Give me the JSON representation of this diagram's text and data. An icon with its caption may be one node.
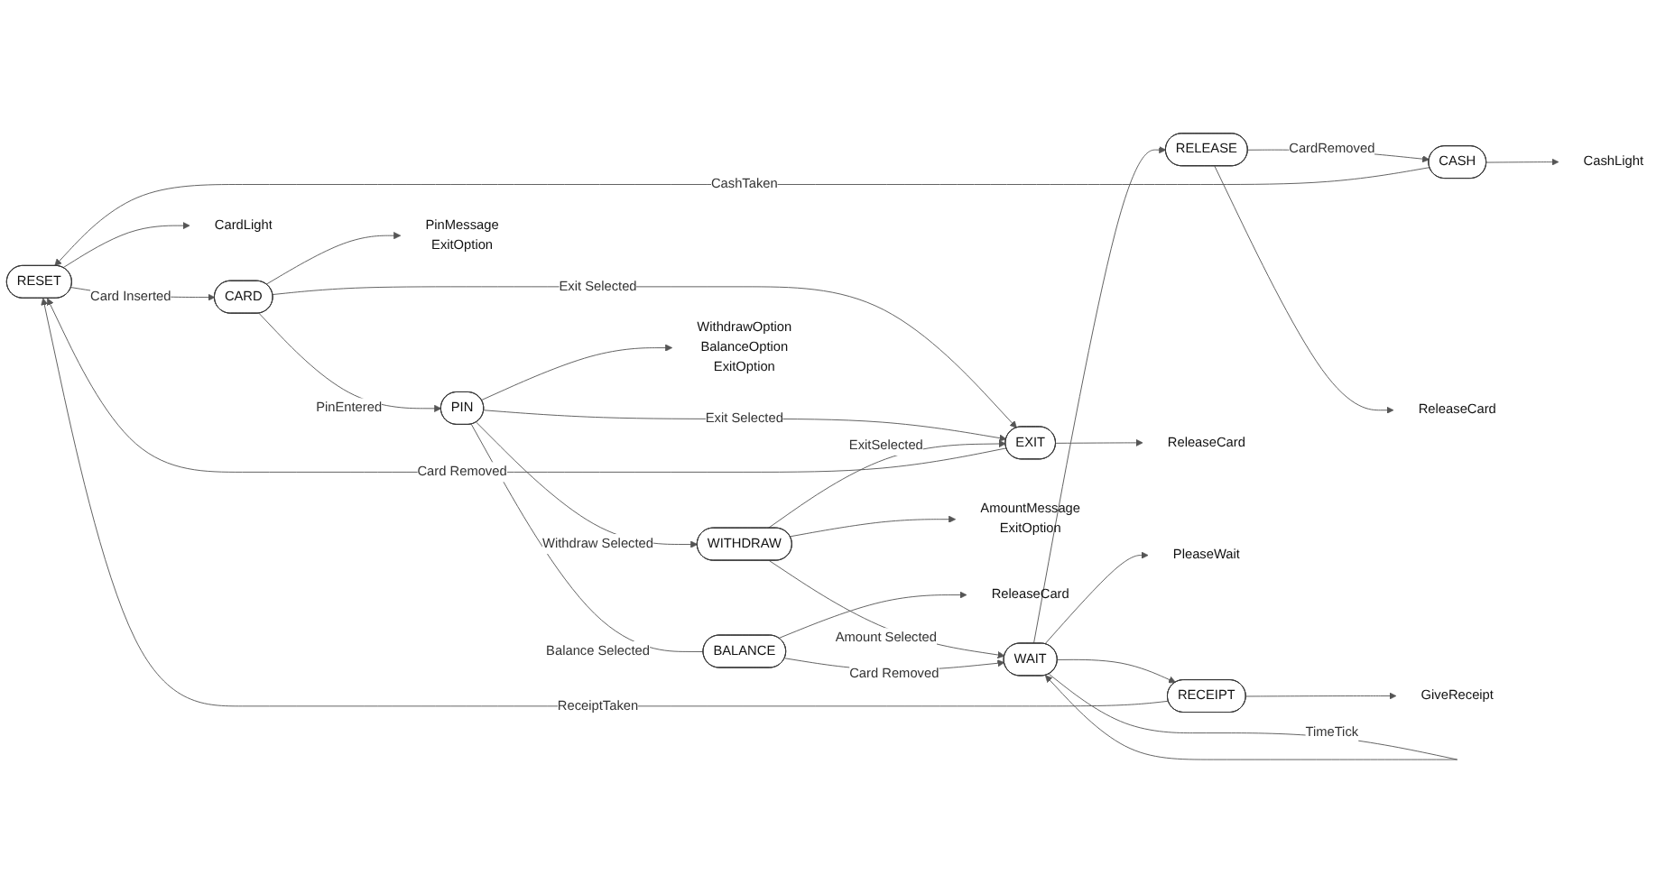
{
  "diagram": {
    "nodes": [
      {
        "text": [
          "RESET"
        ]
      },
      {
        "text": [
          "CARD"
        ]
      },
      {
        "text": [
          "PIN"
        ]
      },
      {
        "text": [
          "EXIT"
        ]
      },
      {
        "text": [
          "WITHDRAW"
        ]
      },
      {
        "text": [
          "BALANCE"
        ]
      },
      {
        "text": [
          "WAIT"
        ]
      },
      {
        "text": [
          "RELEASE"
        ]
      },
      {
        "text": [
          "CASH"
        ]
      },
      {
        "text": [
          "RECEIPT"
        ]
      },
      {
        "text": [
          "CardLight"
        ]
      },
      {
        "text": [
          "PinMessage",
          "ExitOption"
        ]
      },
      {
        "text": [
          "WithdrawOption",
          "BalanceOption",
          "ExitOption"
        ]
      },
      {
        "text": [
          "ReleaseCard"
        ]
      },
      {
        "text": [
          "AmountMessage",
          "ExitOption"
        ]
      },
      {
        "text": [
          "ReleaseCard"
        ]
      },
      {
        "text": [
          "PleaseWait"
        ]
      },
      {
        "text": [
          "ReleaseCard"
        ]
      },
      {
        "text": [
          "CashLight"
        ]
      },
      {
        "text": [
          "GiveReceipt"
        ]
      }
    ],
    "edges": [
      {
        "from": 0,
        "to": 1,
        "arrow": "to",
        "label": "Card Inserted"
      },
      {
        "from": 1,
        "to": 2,
        "arrow": "to",
        "label": "PinEntered"
      },
      {
        "from": 1,
        "to": 3,
        "arrow": "to",
        "label": "Exit Selected"
      },
      {
        "from": 2,
        "to": 3,
        "arrow": "to",
        "label": "Exit Selected"
      },
      {
        "from": 3,
        "to": 0,
        "arrow": "to",
        "label": "Card Removed"
      },
      {
        "from": 4,
        "to": 3,
        "arrow": "to",
        "label": "ExitSelected"
      },
      {
        "from": 2,
        "to": 4,
        "arrow": "to",
        "label": "Withdraw Selected"
      },
      {
        "from": 2,
        "to": 5,
        "arrow": "none",
        "label": "Balance Selected"
      },
      {
        "from": 4,
        "to": 6,
        "arrow": "to",
        "label": "Amount Selected"
      },
      {
        "from": 5,
        "to": 6,
        "arrow": "to",
        "label": "Card Removed"
      },
      {
        "from": 6,
        "to": 6,
        "arrow": "to",
        "label": "TimeTick"
      },
      {
        "from": 6,
        "to": 7,
        "arrow": "to"
      },
      {
        "from": 6,
        "to": 9,
        "arrow": "to"
      },
      {
        "from": 7,
        "to": 8,
        "arrow": "to",
        "label": "CardRemoved"
      },
      {
        "from": 8,
        "to": 0,
        "arrow": "to",
        "label": "CashTaken"
      },
      {
        "from": 9,
        "to": 0,
        "arrow": "to",
        "label": "ReceiptTaken"
      },
      {
        "from": 0,
        "to": 10,
        "arrow": "to"
      },
      {
        "from": 1,
        "to": 11,
        "arrow": "to"
      },
      {
        "from": 2,
        "to": 12,
        "arrow": "to"
      },
      {
        "from": 3,
        "to": 13,
        "arrow": "to"
      },
      {
        "from": 4,
        "to": 14,
        "arrow": "to"
      },
      {
        "from": 5,
        "to": 15,
        "arrow": "to"
      },
      {
        "from": 6,
        "to": 16,
        "arrow": "to"
      },
      {
        "from": 7,
        "to": 17,
        "arrow": "to"
      },
      {
        "from": 8,
        "to": 18,
        "arrow": "to"
      },
      {
        "from": 9,
        "to": 19,
        "arrow": "to"
      }
    ]
  }
}
